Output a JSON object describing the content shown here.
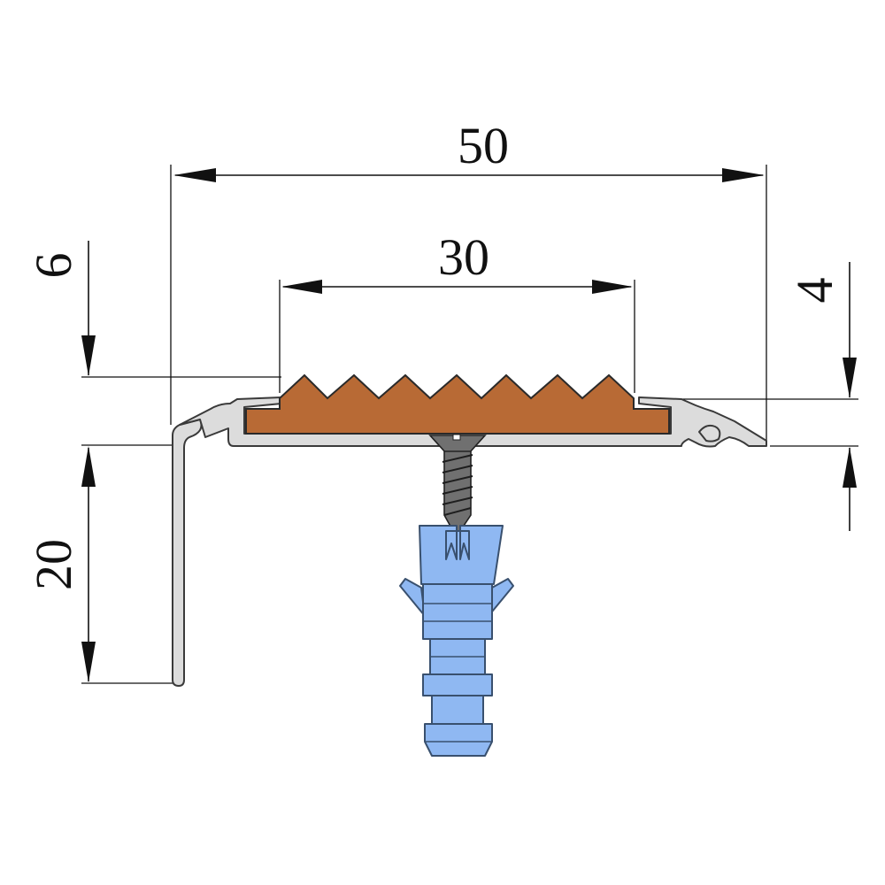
{
  "dimensions": {
    "total_width": "50",
    "insert_width": "30",
    "insert_height": "6",
    "leg_height": "20",
    "lip_height": "4"
  },
  "colors": {
    "profile": "#dcdcdc",
    "insert": "#b86a35",
    "screw": "#707070",
    "dowel": "#8fb8f2"
  }
}
